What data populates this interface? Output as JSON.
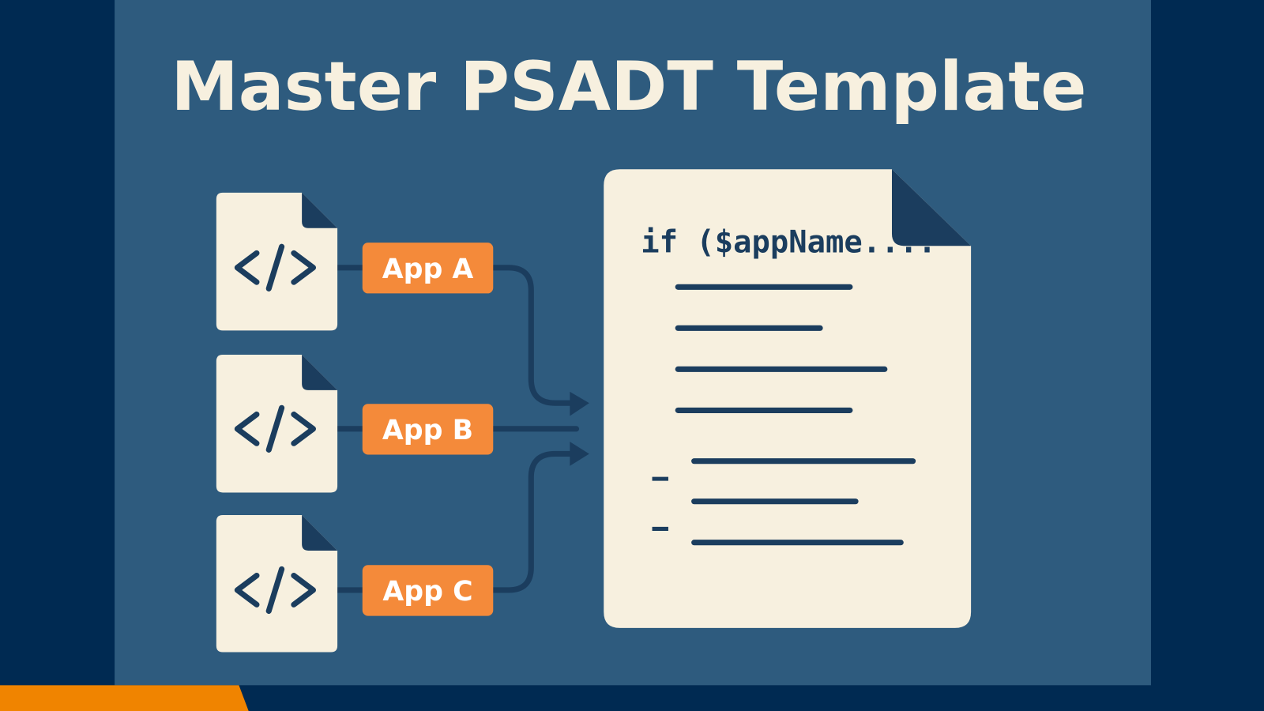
{
  "title": "Master PSADT Template",
  "apps": [
    {
      "label": "App A"
    },
    {
      "label": "App B"
    },
    {
      "label": "App C"
    }
  ],
  "file_icon_glyph": "</>",
  "template": {
    "code": "if ($appName...."
  },
  "colors": {
    "background": "#002a52",
    "panel": "#2e5b7e",
    "cream": "#f7f0df",
    "navy": "#1b3d5e",
    "app_label": "#f48a3a",
    "accent_bar": "#f08400"
  }
}
